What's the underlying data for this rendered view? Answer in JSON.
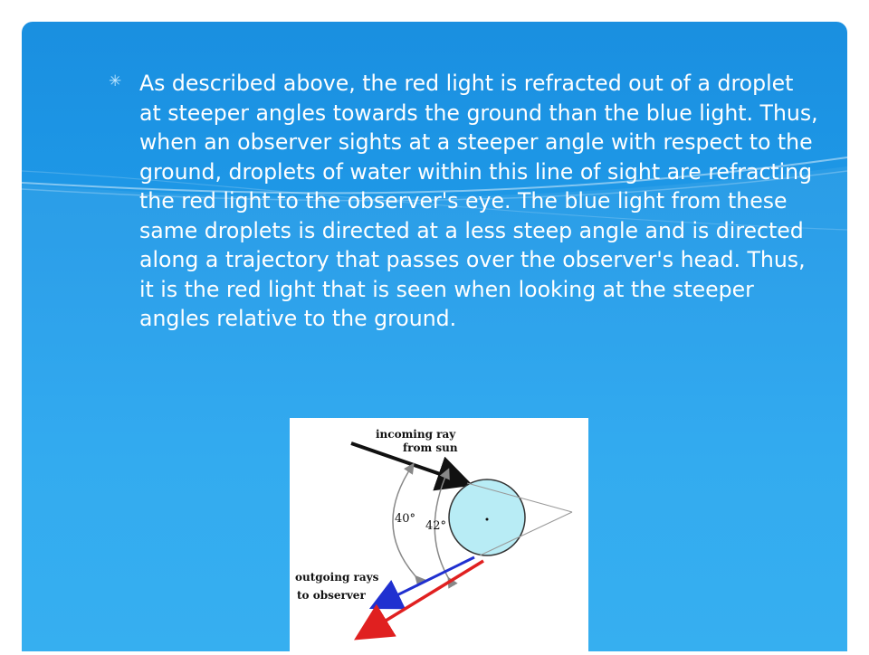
{
  "slide": {
    "bullet_glyph": "✳",
    "body": "As described above, the red light is refracted out of a droplet at steeper angles towards the ground than the blue light. Thus, when an observer sights at a steeper angle with respect to the ground, droplets of water within this line of sight are refracting the red light to the observer's eye. The blue light from these same droplets is directed at a less steep angle and is directed along a trajectory that passes over the observer's head. Thus, it is the red light that is seen when looking at the steeper angles relative to the ground."
  },
  "diagram": {
    "incoming_label_1": "incoming ray",
    "incoming_label_2": "from sun",
    "angle_outer": "40°",
    "angle_inner": "42°",
    "outgoing_label_1": "outgoing rays",
    "outgoing_label_2": "to observer",
    "colors": {
      "droplet": "#b8ecf5",
      "red_ray": "#e02020",
      "blue_ray": "#2030d0",
      "incoming_ray": "#111111"
    }
  },
  "theme": {
    "panel_blue": "#1f9ae8",
    "text": "#ffffff"
  }
}
